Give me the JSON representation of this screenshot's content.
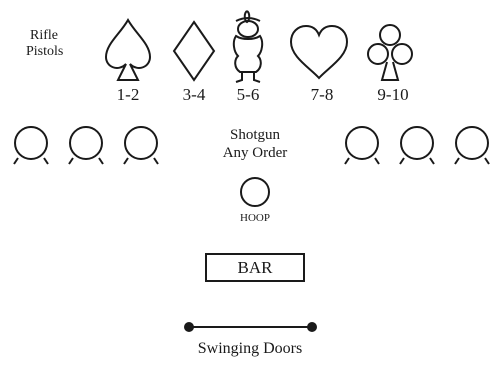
{
  "header_labels": [
    "Rifle",
    "Pistols"
  ],
  "targets": [
    {
      "icon": "spade-icon",
      "label": "1-2"
    },
    {
      "icon": "diamond-icon",
      "label": "3-4"
    },
    {
      "icon": "cowboy-figure-icon",
      "label": "5-6"
    },
    {
      "icon": "heart-icon",
      "label": "7-8"
    },
    {
      "icon": "club-icon",
      "label": "9-10"
    }
  ],
  "shotgun": {
    "lines": [
      "Shotgun",
      "Any Order"
    ],
    "left_targets": 3,
    "right_targets": 3
  },
  "hoop": {
    "label": "HOOP"
  },
  "bar": {
    "label": "BAR"
  },
  "doors": {
    "label": "Swinging Doors"
  }
}
